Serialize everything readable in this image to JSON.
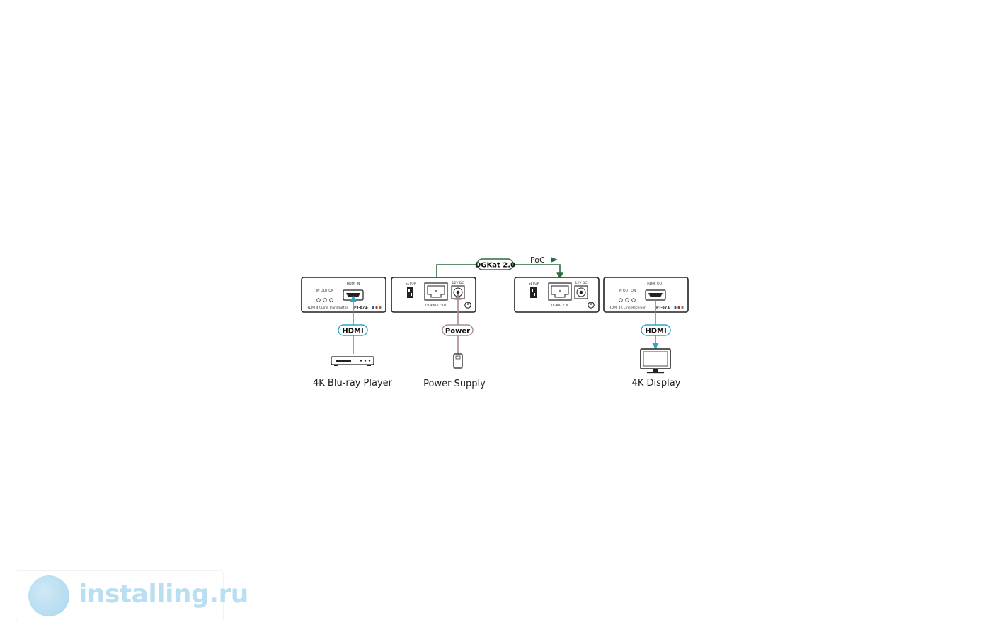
{
  "colors": {
    "hdmi_line": "#2aa7c9",
    "dgkat_line": "#2f6b3f",
    "power_line": "#a88b8b",
    "device_border": "#222222",
    "watermark": "#b9dff1"
  },
  "link": {
    "dgkat_label": "DGKat 2.0",
    "poc_label": "PoC"
  },
  "transmitter_front": {
    "port_label": "HDMI IN",
    "led_label": "IN OUT ON",
    "product_name": "HDMI 4K Line Transmitter",
    "model": "PT-871",
    "model_suffix": "xr"
  },
  "transmitter_rear": {
    "setup_label": "SETUP",
    "dc_label": "12V DC",
    "port_label": "DGKAT2 OUT"
  },
  "receiver_rear": {
    "setup_label": "SETUP",
    "dc_label": "12V DC",
    "port_label": "DGKAT2 IN"
  },
  "receiver_front": {
    "port_label": "HDMI OUT",
    "led_label": "IN OUT ON",
    "product_name": "HDMI 4K Line Receiver",
    "model": "PT-872",
    "model_suffix": "xr"
  },
  "source": {
    "cable_label": "HDMI",
    "device_label": "4K Blu-ray Player",
    "icon": "bluray-player-icon"
  },
  "power": {
    "cable_label": "Power",
    "device_label": "Power Supply",
    "icon": "power-adapter-icon"
  },
  "display": {
    "cable_label": "HDMI",
    "device_label": "4K Display",
    "icon": "monitor-icon"
  },
  "watermark": {
    "text": "installing.ru"
  }
}
